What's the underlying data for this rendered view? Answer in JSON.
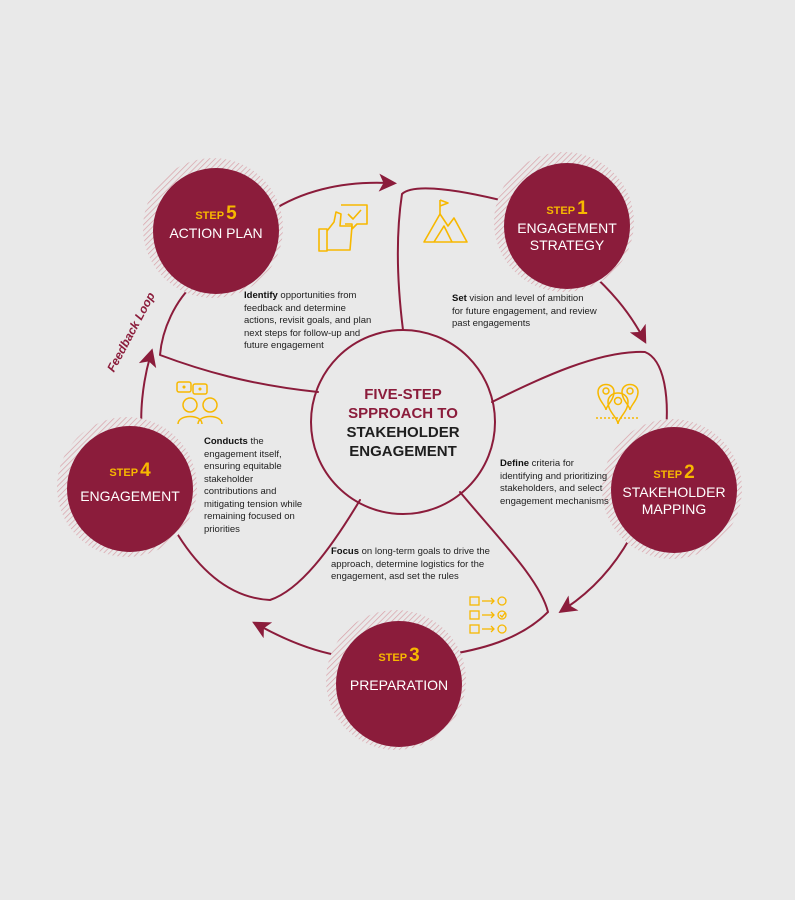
{
  "colors": {
    "maroon": "#8b1c3b",
    "gold": "#f7b800",
    "background": "#e9e9e9",
    "text": "#222222"
  },
  "center": {
    "line1": "FIVE-STEP",
    "line2": "SPPROACH TO",
    "line3": "STAKEHOLDER",
    "line4": "ENGAGEMENT"
  },
  "feedback_loop_label": "Feedback Loop",
  "steps": [
    {
      "word": "STEP",
      "number": "1",
      "name_line1": "ENGAGEMENT",
      "name_line2": "STRATEGY",
      "desc_bold": "Set",
      "desc_rest": " vision and level of ambition for future engagement, and review past engagements",
      "icon": "mountain-peak-flag-icon"
    },
    {
      "word": "STEP",
      "number": "2",
      "name_line1": "STAKEHOLDER",
      "name_line2": "MAPPING",
      "desc_bold": "Define",
      "desc_rest": " criteria for identifying and prioritizing stakeholders, and select engagement mechanisms",
      "icon": "location-pins-people-icon"
    },
    {
      "word": "STEP",
      "number": "3",
      "name_line1": "PREPARATION",
      "name_line2": "",
      "desc_bold": "Focus",
      "desc_rest": " on long-term goals to drive the approach, determine logistics for the engagement, asd set the rules",
      "icon": "checklist-icon"
    },
    {
      "word": "STEP",
      "number": "4",
      "name_line1": "ENGAGEMENT",
      "name_line2": "",
      "desc_bold": "Conducts",
      "desc_rest": " the engagement itself, ensuring equitable stakeholder contributions and mitigating tension while remaining focused on priorities",
      "icon": "people-chat-icon"
    },
    {
      "word": "STEP",
      "number": "5",
      "name_line1": "ACTION PLAN",
      "name_line2": "",
      "desc_bold": "Identify",
      "desc_rest": " opportunities from feedback and determine actions, revisit goals, and plan next steps for follow-up and future engagement",
      "icon": "thumbs-up-check-icon"
    }
  ]
}
